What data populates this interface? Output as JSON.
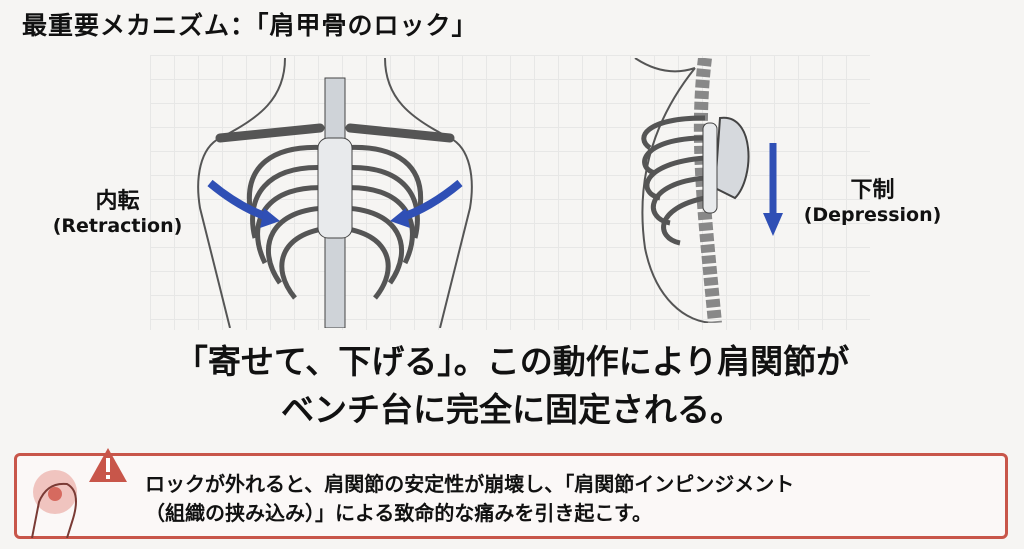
{
  "title": "最重要メカニズム：「肩甲骨のロック」",
  "labels": {
    "retraction_jp": "内転",
    "retraction_en": "(Retraction)",
    "depression_jp": "下制",
    "depression_en": "(Depression)"
  },
  "main_text": {
    "line1": "「寄せて、下げる」。この動作により肩関節が",
    "line2": "ベンチ台に完全に固定される。"
  },
  "warning": {
    "line1": "ロックが外れると、肩関節の安定性が崩壊し、「肩関節インピンジメント",
    "line2": "（組織の挟み込み）」による致命的な痛みを引き起こす。"
  },
  "colors": {
    "arrow": "#2f4fb5",
    "warning": "#c8564a"
  }
}
